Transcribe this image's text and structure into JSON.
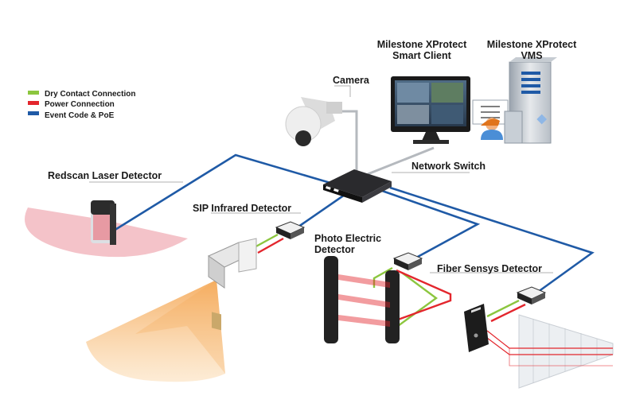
{
  "legend": [
    {
      "label": "Dry Contact Connection",
      "color": "#8cc63f"
    },
    {
      "label": "Power Connection",
      "color": "#e3262d"
    },
    {
      "label": "Event Code & PoE",
      "color": "#1f5aa6"
    }
  ],
  "labels": {
    "smart_client": [
      "Milestone XProtect",
      "Smart Client"
    ],
    "vms": [
      "Milestone XProtect",
      "VMS"
    ],
    "camera": "Camera",
    "network_switch": "Network Switch",
    "redscan": "Redscan Laser Detector",
    "sip": "SIP Infrared Detector",
    "photo": [
      "Photo Electric",
      "Detector"
    ],
    "fiber": "Fiber Sensys Detector"
  },
  "colors": {
    "poe_line": "#1f5aa6",
    "power_line": "#e3262d",
    "dry_line": "#8cc63f",
    "laser_zone": "#f2b8bf",
    "ir_zone": "#f7c58a"
  }
}
